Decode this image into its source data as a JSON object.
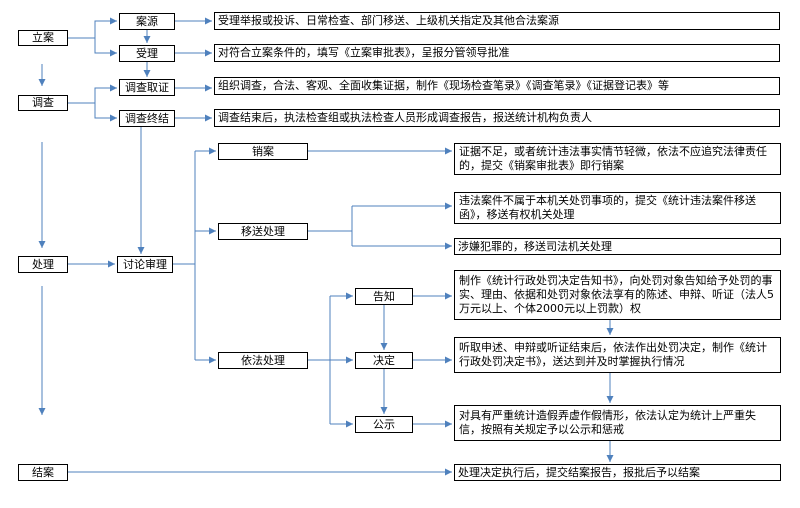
{
  "stages": {
    "filing": "立案",
    "investigation": "调查",
    "handling": "处理",
    "closing": "结案"
  },
  "steps": {
    "case_source": "案源",
    "acceptance": "受理",
    "evidence_collection": "调查取证",
    "investigation_end": "调查终结",
    "discussion": "讨论审理",
    "cancel_case": "销案",
    "transfer": "移送处理",
    "lawful_handling": "依法处理",
    "notice": "告知",
    "decision": "决定",
    "publicity": "公示"
  },
  "descriptions": {
    "case_source": "受理举报或投诉、日常检查、部门移送、上级机关指定及其他合法案源",
    "acceptance": "对符合立案条件的，填写《立案审批表》，呈报分管领导批准",
    "evidence_collection": "组织调查，合法、客观、全面收集证据，制作《现场检查笔录》《调查笔录》《证据登记表》等",
    "investigation_end": "调查结束后，执法检查组或执法检查人员形成调查报告，报送统计机构负责人",
    "cancel_case": "证据不足，或者统计违法事实情节轻微，依法不应追究法律责任的，提交《销案审批表》即行销案",
    "transfer_not_jurisdiction": "违法案件不属于本机关处罚事项的，提交《统计违法案件移送函》，移送有权机关处理",
    "transfer_crime": "涉嫌犯罪的，移送司法机关处理",
    "notice": "制作《统计行政处罚决定告知书》，向处罚对象告知给予处罚的事实、理由、依据和处罚对象依法享有的陈述、申辩、听证（法人5万元以上、个体2000元以上罚款）权",
    "decision": "听取申述、申辩或听证结束后，依法作出处罚决定，制作《统计行政处罚决定书》，送达到并及时掌握执行情况",
    "publicity": "对具有严重统计造假弄虚作假情形，依法认定为统计上严重失信，按照有关规定予以公示和惩戒",
    "closing": "处理决定执行后，提交结案报告，报批后予以结案"
  }
}
